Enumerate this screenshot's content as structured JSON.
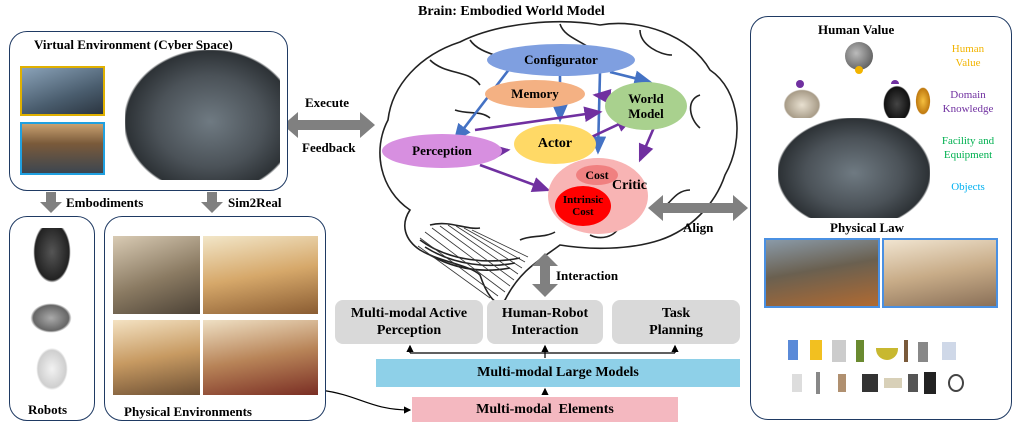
{
  "brain": {
    "title": "Brain: Embodied World Model",
    "modules": {
      "configurator": "Configurator",
      "memory": "Memory",
      "world_model": "World Model",
      "perception": "Perception",
      "actor": "Actor",
      "critic": "Critic",
      "cost": "Cost",
      "intrinsic_cost": "Intrinsic Cost"
    }
  },
  "virtual_env": {
    "title": "Virtual Environment (Cyber Space)"
  },
  "links": {
    "execute": "Execute",
    "feedback": "Feedback",
    "embodiments": "Embodiments",
    "sim2real": "Sim2Real",
    "align": "Align",
    "interaction": "Interaction"
  },
  "robots": {
    "label": "Robots"
  },
  "physical_env": {
    "label": "Physical Environments"
  },
  "capabilities": [
    "Multi-modal Active Perception",
    "Human-Robot Interaction",
    "Task Planning"
  ],
  "large_models": "Multi-modal Large Models",
  "elements": "Multi-modal  Elements",
  "human_value": {
    "title": "Human Value",
    "legend": [
      {
        "label": "Human Value",
        "color": "#f2b400"
      },
      {
        "label": "Domain Knowledge",
        "color": "#7030a0"
      },
      {
        "label": "Facility and Equipment",
        "color": "#00b050"
      },
      {
        "label": "Objects",
        "color": "#00b0f0"
      }
    ]
  },
  "physical_law": {
    "title": "Physical Law"
  },
  "colors": {
    "panel_border": "#1f3a63",
    "arrow_gray": "#7f7f7f",
    "large_models_bg": "#8ed0e8",
    "elements_bg": "#f4b8c0",
    "capability_bg": "#d9d9d9",
    "configurator": "#7f9fe0",
    "memory": "#f4b183",
    "world_model": "#a9d18e",
    "perception": "#d78fe0",
    "actor": "#ffd966",
    "critic": "#f8b4b4",
    "cost": "#f08080",
    "intrinsic_cost": "#ff0000",
    "flow_blue": "#4472c4",
    "flow_purple": "#7030a0"
  }
}
